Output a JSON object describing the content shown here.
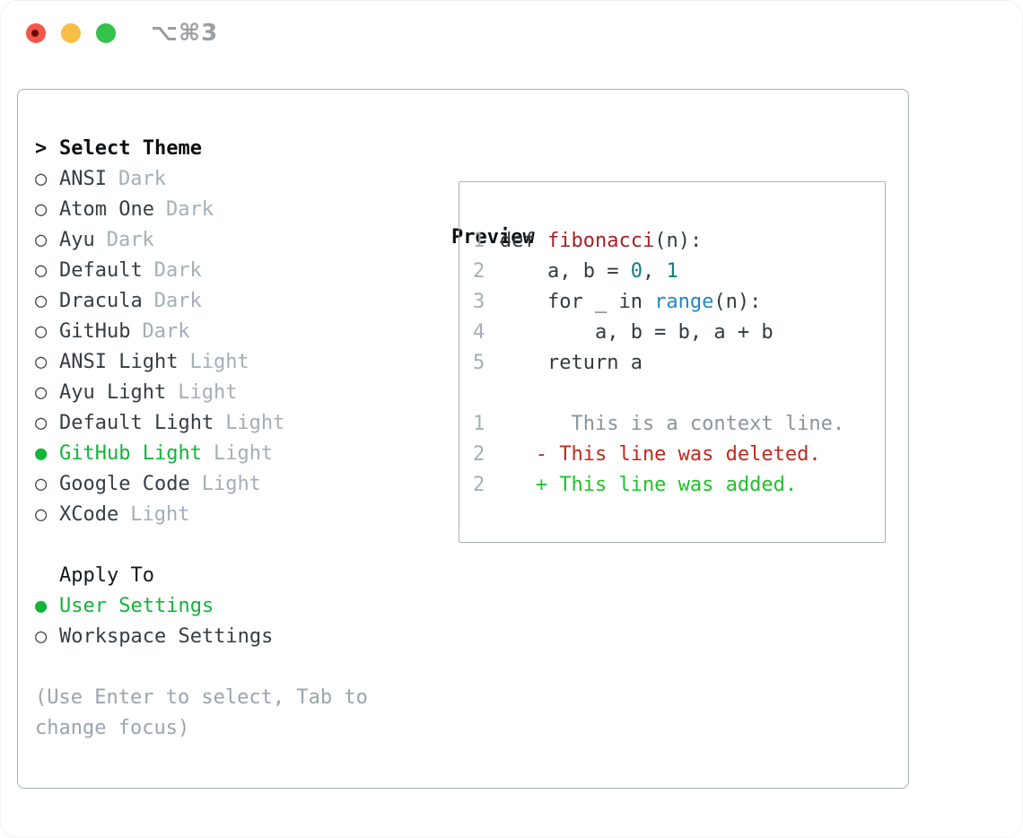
{
  "window": {
    "title": "⌥⌘3"
  },
  "icons": {
    "radio_selected": "●",
    "radio_unselected": "○",
    "focus_caret": ">"
  },
  "colors": {
    "selection_green": "#12b438",
    "diff_added_green": "#1fc428",
    "diff_deleted_red": "#c7271b",
    "function_red": "#a81f24",
    "number_teal": "#0e7d80",
    "builtin_blue": "#2187c5",
    "code_text": "#323a42",
    "muted_gray": "#a4aeb9",
    "context_gray": "#8b949c",
    "hint_gray": "#9aa4b0",
    "panel_border": "#a7afb9"
  },
  "theme_panel": {
    "header_prefix": ">",
    "header": "Select Theme",
    "items": [
      {
        "label": "ANSI",
        "variant": "Dark",
        "selected": false
      },
      {
        "label": "Atom One",
        "variant": "Dark",
        "selected": false
      },
      {
        "label": "Ayu",
        "variant": "Dark",
        "selected": false
      },
      {
        "label": "Default",
        "variant": "Dark",
        "selected": false
      },
      {
        "label": "Dracula",
        "variant": "Dark",
        "selected": false
      },
      {
        "label": "GitHub",
        "variant": "Dark",
        "selected": false
      },
      {
        "label": "ANSI Light",
        "variant": "Light",
        "selected": false
      },
      {
        "label": "Ayu Light",
        "variant": "Light",
        "selected": false
      },
      {
        "label": "Default Light",
        "variant": "Light",
        "selected": false
      },
      {
        "label": "GitHub Light",
        "variant": "Light",
        "selected": true
      },
      {
        "label": "Google Code",
        "variant": "Light",
        "selected": false
      },
      {
        "label": "XCode",
        "variant": "Light",
        "selected": false
      }
    ],
    "apply_to": {
      "header": "Apply To",
      "options": [
        {
          "label": "User Settings",
          "selected": true
        },
        {
          "label": "Workspace Settings",
          "selected": false
        }
      ]
    },
    "hint_lines": [
      "(Use Enter to select, Tab to",
      "change focus)"
    ]
  },
  "preview": {
    "title": "Preview",
    "code_lines": [
      {
        "num": "1",
        "segments": [
          {
            "text": "def ",
            "color": "code"
          },
          {
            "text": "fibonacci",
            "color": "red"
          },
          {
            "text": "(n):",
            "color": "code"
          }
        ]
      },
      {
        "num": "2",
        "segments": [
          {
            "text": "    a, b = ",
            "color": "code"
          },
          {
            "text": "0",
            "color": "teal"
          },
          {
            "text": ", ",
            "color": "code"
          },
          {
            "text": "1",
            "color": "teal"
          }
        ]
      },
      {
        "num": "3",
        "segments": [
          {
            "text": "    for _ in ",
            "color": "code"
          },
          {
            "text": "range",
            "color": "blue"
          },
          {
            "text": "(n):",
            "color": "code"
          }
        ]
      },
      {
        "num": "4",
        "segments": [
          {
            "text": "        a, b = b, a + b",
            "color": "code"
          }
        ]
      },
      {
        "num": "5",
        "segments": [
          {
            "text": "    return a",
            "color": "code"
          }
        ]
      },
      {
        "num": "",
        "segments": []
      },
      {
        "num": "1",
        "segments": [
          {
            "text": "      This is a context line.",
            "color": "muted"
          }
        ]
      },
      {
        "num": "2",
        "segments": [
          {
            "text": "   - This line was deleted.",
            "color": "dred"
          }
        ]
      },
      {
        "num": "2",
        "segments": [
          {
            "text": "   + This line was added.",
            "color": "dgreen"
          }
        ]
      }
    ]
  }
}
